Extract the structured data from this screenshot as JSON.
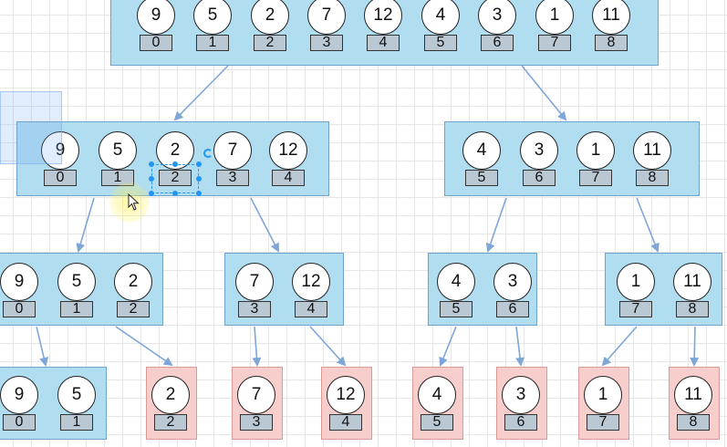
{
  "colors": {
    "process_fill": "#b1ddf0",
    "process_stroke": "#6fa3cc",
    "leaf_fill": "#f8cecc",
    "leaf_stroke": "#d89a94",
    "index_fill": "#bac8d3",
    "edge": "#7ea6d8",
    "selection": "#2196f3"
  },
  "icons": [
    "rotate-handle-icon",
    "mouse-pointer-icon"
  ],
  "tree": {
    "root": {
      "values": [
        "9",
        "5",
        "2",
        "7",
        "12",
        "4",
        "3",
        "1",
        "11"
      ],
      "indices": [
        "0",
        "1",
        "2",
        "3",
        "4",
        "5",
        "6",
        "7",
        "8"
      ]
    },
    "level1": [
      {
        "values": [
          "9",
          "5",
          "2",
          "7",
          "12"
        ],
        "indices": [
          "0",
          "1",
          "2",
          "3",
          "4"
        ]
      },
      {
        "values": [
          "4",
          "3",
          "1",
          "11"
        ],
        "indices": [
          "5",
          "6",
          "7",
          "8"
        ]
      }
    ],
    "level2": [
      {
        "values": [
          "9",
          "5",
          "2"
        ],
        "indices": [
          "0",
          "1",
          "2"
        ]
      },
      {
        "values": [
          "7",
          "12"
        ],
        "indices": [
          "3",
          "4"
        ]
      },
      {
        "values": [
          "4",
          "3"
        ],
        "indices": [
          "5",
          "6"
        ]
      },
      {
        "values": [
          "1",
          "11"
        ],
        "indices": [
          "7",
          "8"
        ]
      }
    ],
    "level3": [
      {
        "values": [
          "9",
          "5"
        ],
        "indices": [
          "0",
          "1"
        ],
        "leaf": false
      },
      {
        "values": [
          "2"
        ],
        "indices": [
          "2"
        ],
        "leaf": true
      },
      {
        "values": [
          "7"
        ],
        "indices": [
          "3"
        ],
        "leaf": true
      },
      {
        "values": [
          "12"
        ],
        "indices": [
          "4"
        ],
        "leaf": true
      },
      {
        "values": [
          "4"
        ],
        "indices": [
          "5"
        ],
        "leaf": true
      },
      {
        "values": [
          "3"
        ],
        "indices": [
          "6"
        ],
        "leaf": true
      },
      {
        "values": [
          "1"
        ],
        "indices": [
          "7"
        ],
        "leaf": true
      },
      {
        "values": [
          "11"
        ],
        "indices": [
          "8"
        ],
        "leaf": true
      }
    ]
  }
}
